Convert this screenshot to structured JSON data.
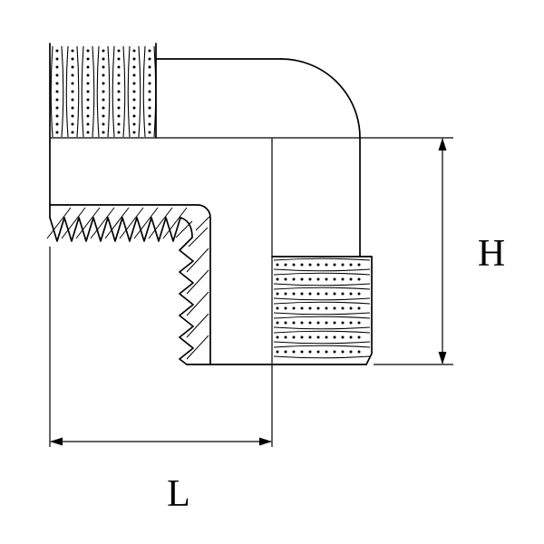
{
  "page": {
    "background_color": "#ffffff"
  },
  "diagram": {
    "kind": "technical-line-drawing",
    "subject": "90-degree male threaded pipe elbow shown in half-section with external threads on both ports",
    "line_color": "#000000",
    "dimensions": {
      "height": {
        "label": "H"
      },
      "length": {
        "label": "L"
      }
    }
  }
}
